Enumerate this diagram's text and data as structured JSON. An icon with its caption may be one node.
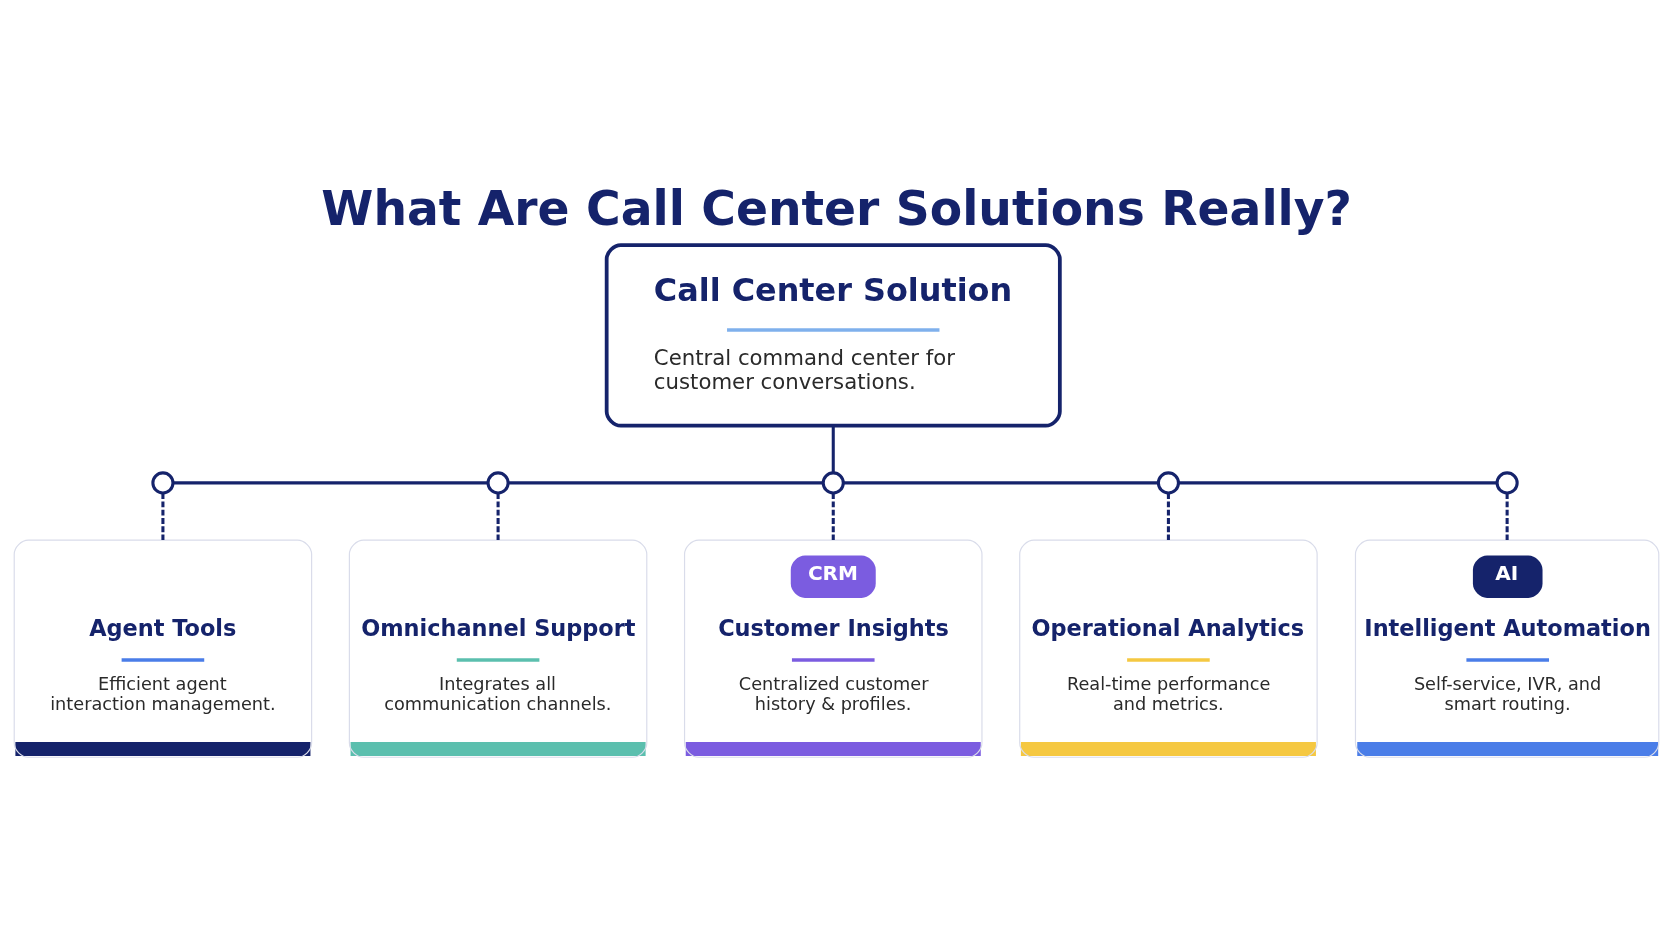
{
  "diagram": {
    "title": "What Are Call Center Solutions Really?",
    "nodes": [
      {
        "text": [
          "Call Center Solution",
          "Central command center for customer conversations."
        ]
      },
      {
        "text": [],
        "shape": "circle"
      },
      {
        "text": [],
        "shape": "circle"
      },
      {
        "text": [],
        "shape": "circle"
      },
      {
        "text": [],
        "shape": "circle"
      },
      {
        "text": [],
        "shape": "circle"
      },
      {
        "text": [
          "Agent Tools",
          "Efficient agent interaction management."
        ]
      },
      {
        "text": [
          "Omnichannel Support",
          "Integrates all communication channels."
        ]
      },
      {
        "text": [
          "CRM",
          "Customer Insights",
          "Centralized customer history & profiles."
        ]
      },
      {
        "text": [
          "Operational Analytics",
          "Real-time performance and metrics."
        ]
      },
      {
        "text": [
          "AI",
          "Intelligent Automation",
          "Self-service, IVR, and smart routing."
        ]
      }
    ],
    "edges": [
      {
        "from": 0,
        "to": 3,
        "arrow": "none"
      },
      {
        "from": 1,
        "to": 2,
        "arrow": "none"
      },
      {
        "from": 2,
        "to": 3,
        "arrow": "none"
      },
      {
        "from": 3,
        "to": 4,
        "arrow": "none"
      },
      {
        "from": 4,
        "to": 5,
        "arrow": "none"
      },
      {
        "from": 1,
        "to": 6,
        "arrow": "none",
        "style": "dashed"
      },
      {
        "from": 2,
        "to": 7,
        "arrow": "none",
        "style": "dashed"
      },
      {
        "from": 3,
        "to": 8,
        "arrow": "none",
        "style": "dashed"
      },
      {
        "from": 4,
        "to": 9,
        "arrow": "none",
        "style": "dashed"
      },
      {
        "from": 5,
        "to": 10,
        "arrow": "none",
        "style": "dashed"
      }
    ]
  }
}
